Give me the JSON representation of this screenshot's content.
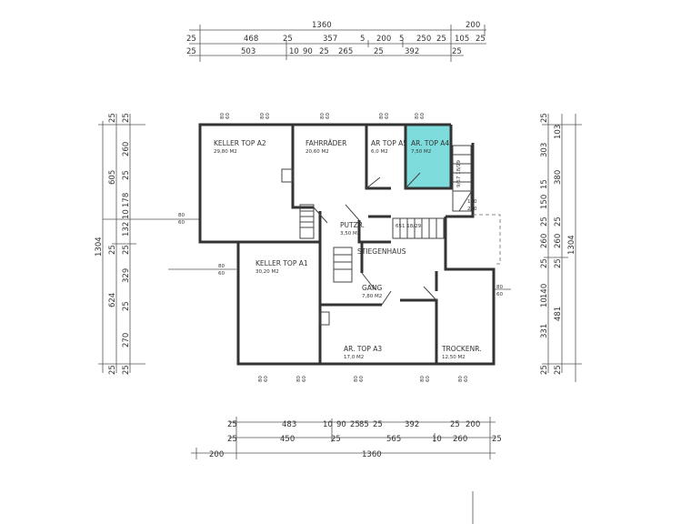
{
  "rooms": {
    "keller_a2": {
      "name": "KELLER TOP A2",
      "area": "29,80 M2"
    },
    "fahrraeder": {
      "name": "FAHRRÄDER",
      "area": "20,60 M2"
    },
    "ar_a5": {
      "name": "AR TOP A5",
      "area": "6,0 M2"
    },
    "ar_a4": {
      "name": "AR. TOP A4",
      "area": "7,50 M2",
      "highlight": "#7fdcdc"
    },
    "putzr": {
      "name": "PUTZR.",
      "area": "3,50 M2"
    },
    "stiegenhaus": {
      "name": "STIEGENHAUS",
      "stair": "651 18/29"
    },
    "keller_a1": {
      "name": "KELLER TOP A1",
      "area": "30,20 M2"
    },
    "gang": {
      "name": "GANG",
      "area": "7,80 M2"
    },
    "ar_a3": {
      "name": "AR. TOP A3",
      "area": "17,0 M2"
    },
    "trockenr": {
      "name": "TROCKENR.",
      "area": "12,50 M2"
    }
  },
  "side_stair": {
    "label": "9/57 18/29",
    "w": "110",
    "h": "220"
  },
  "windows": {
    "w": "80",
    "h": "60"
  },
  "dims": {
    "top_row1": [
      "1360",
      "200"
    ],
    "top_row2": [
      "25",
      "468",
      "25",
      "357",
      "5",
      "200",
      "5",
      "250",
      "25",
      "105",
      "25"
    ],
    "top_row3": [
      "25",
      "503",
      "10",
      "90",
      "25",
      "265",
      "25",
      "392",
      "25"
    ],
    "bottom_row1": [
      "25",
      "483",
      "10",
      "90",
      "25",
      "85",
      "25",
      "392",
      "25",
      "200"
    ],
    "bottom_row2": [
      "25",
      "450",
      "25",
      "565",
      "10",
      "260",
      "25"
    ],
    "bottom_row3": [
      "200",
      "1360"
    ],
    "left_col1": [
      "1304"
    ],
    "left_col2": [
      "25",
      "605",
      "25",
      "624",
      "25"
    ],
    "left_col3": [
      "25",
      "260",
      "25",
      "178",
      "10",
      "132",
      "25",
      "329",
      "25",
      "270",
      "25"
    ],
    "right_col1": [
      "25",
      "303",
      "15",
      "150",
      "25",
      "260",
      "25",
      "140",
      "10",
      "331",
      "25"
    ],
    "right_col2": [
      "103",
      "380",
      "25",
      "260",
      "25",
      "481",
      "25"
    ],
    "right_col3": [
      "1304"
    ]
  }
}
